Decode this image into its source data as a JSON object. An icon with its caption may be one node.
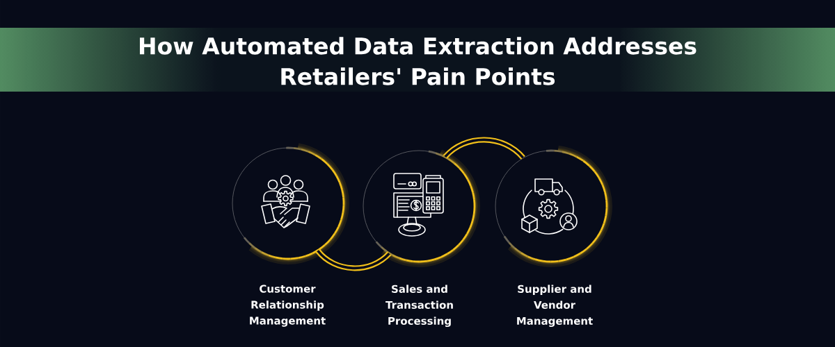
{
  "diagram": {
    "title": "How Automated Data Extraction Addresses Retailers' Pain Points",
    "nodes": [
      {
        "text": [],
        "shape": "circle",
        "beside": [
          "Customer Relationship Management"
        ]
      },
      {
        "text": [],
        "shape": "circle",
        "beside": [
          "Sales and Transaction Processing"
        ]
      },
      {
        "text": [],
        "shape": "circle",
        "beside": [
          "Supplier and Vendor Management"
        ]
      }
    ],
    "edges": [
      {
        "from": 0,
        "to": 1,
        "arrow": "none"
      },
      {
        "from": 1,
        "to": 2,
        "arrow": "none"
      }
    ]
  }
}
